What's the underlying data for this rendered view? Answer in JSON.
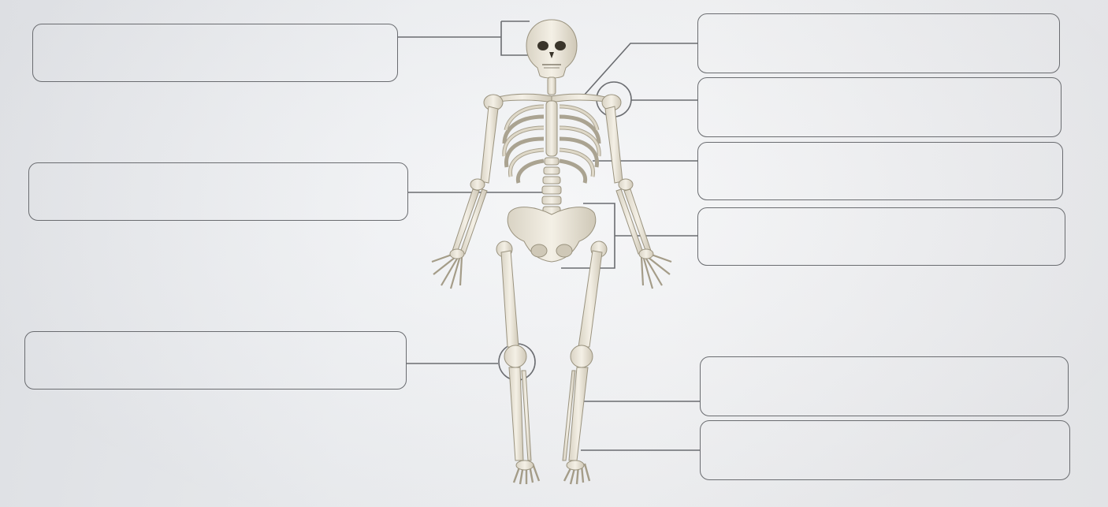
{
  "title": "",
  "labels": [
    {
      "id": "skull",
      "text": ""
    },
    {
      "id": "vertebral-column",
      "text": ""
    },
    {
      "id": "knee-joint",
      "text": ""
    },
    {
      "id": "clavicle",
      "text": ""
    },
    {
      "id": "shoulder-joint",
      "text": ""
    },
    {
      "id": "rib-cage",
      "text": ""
    },
    {
      "id": "pelvis",
      "text": ""
    },
    {
      "id": "tibia",
      "text": ""
    },
    {
      "id": "fibula",
      "text": ""
    }
  ],
  "colors": {
    "bone": "#ece7da",
    "bone_shadow": "#b9b2a2",
    "line": "#6a6c70"
  }
}
